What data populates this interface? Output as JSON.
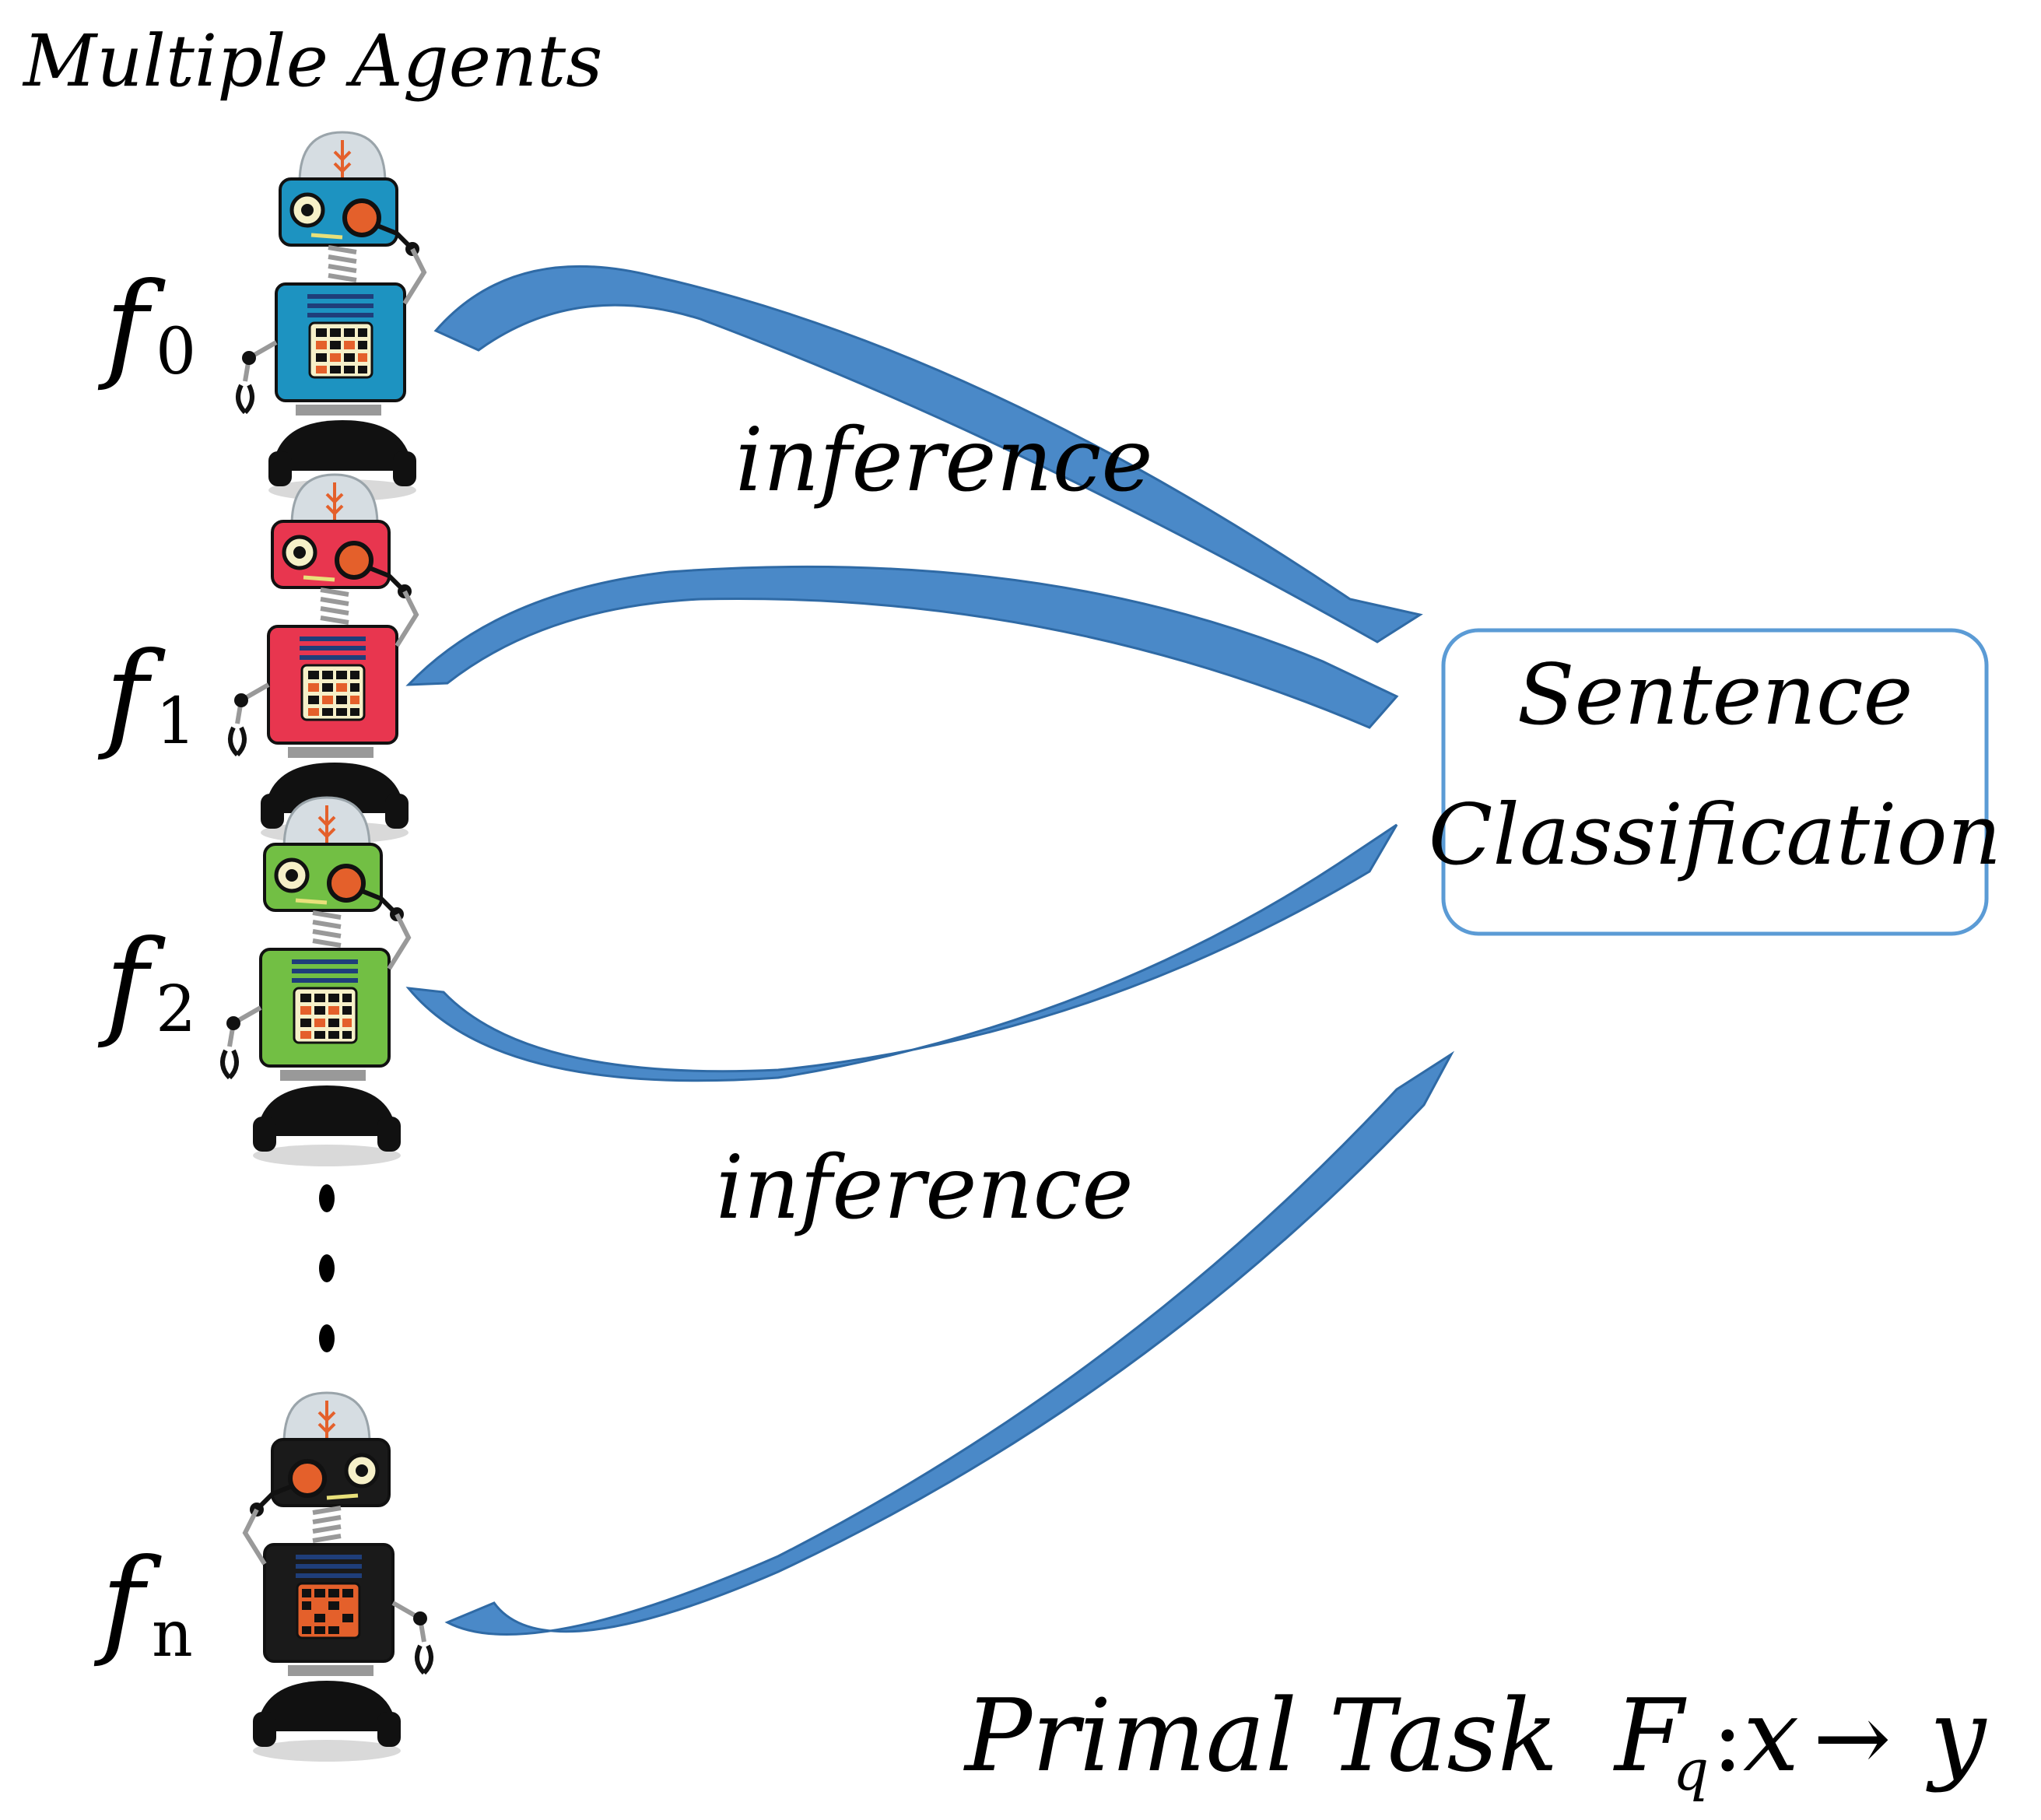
{
  "title": "Multiple Agents",
  "agents": [
    {
      "symbol": "f",
      "sub": "0",
      "color": "#1d93c1"
    },
    {
      "symbol": "f",
      "sub": "1",
      "color": "#e8364f"
    },
    {
      "symbol": "f",
      "sub": "2",
      "color": "#72bf44"
    },
    {
      "symbol": "f",
      "sub": "n",
      "color": "#1a1a1a"
    }
  ],
  "edge_labels": [
    "inference",
    "inference"
  ],
  "target": {
    "line1": "Sentence",
    "line2": "Classification",
    "border_color": "#5b9bd5"
  },
  "footer": {
    "prefix": "Primal Task",
    "F": "F",
    "F_sub": "q",
    "colon": ":",
    "x": "x",
    "arrow": "→",
    "y": "y"
  },
  "colors": {
    "arrow": "#4a89c8",
    "arrow_edge": "#2f6aa5"
  }
}
